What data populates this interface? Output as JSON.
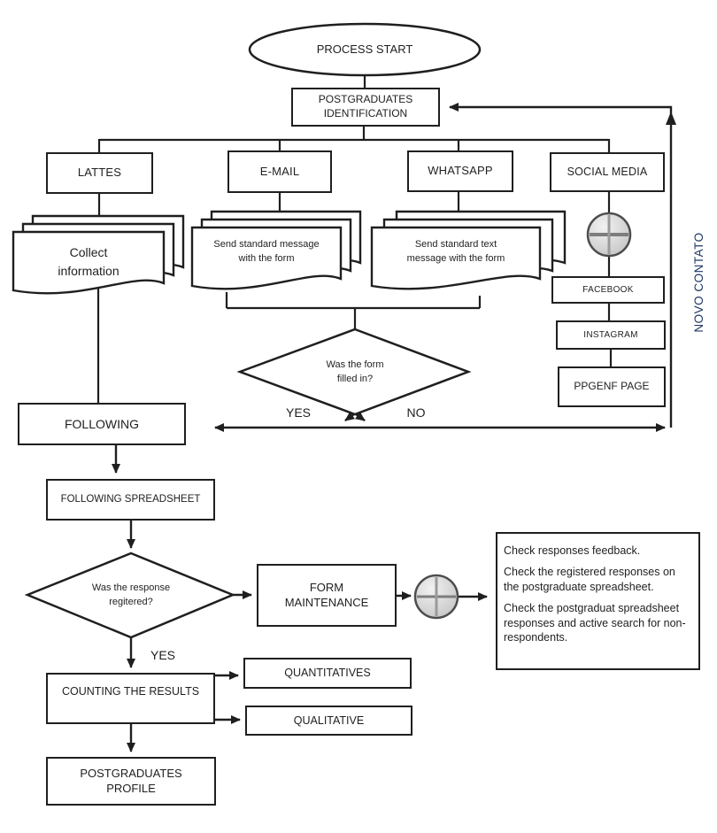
{
  "colors": {
    "line": "#1f1f1f",
    "accent_navy": "#1f3864",
    "connector_fill": "#d9d9d9"
  },
  "nodes": {
    "process_start": "PROCESS START",
    "identification": "POSTGRADUATES\nIDENTIFICATION",
    "lattes": "LATTES",
    "email": "E-MAIL",
    "whatsapp": "WHATSAPP",
    "social_media": "SOCIAL MEDIA",
    "collect": "Collect\ninformation",
    "email_message": "Send standard message\nwith the form",
    "whatsapp_message": "Send standard text\nmessage with the form",
    "facebook": "FACEBOOK",
    "instagram": "INSTAGRAM",
    "ppgenf_page": "PPGENF PAGE",
    "following": "FOLLOWING",
    "following_spreadsheet": "FOLLOWING SPREADSHEET",
    "form_maintenance": "FORM\nMAINTENANCE",
    "counting_results": "COUNTING THE RESULTS",
    "quantitatives": "QUANTITATIVES",
    "qualitative": "QUALITATIVE",
    "postgraduates_profile": "POSTGRADUATES\nPROFILE"
  },
  "decisions": {
    "form_filled": "Was the form\nfilled in?",
    "response_registered": "Was the response\nregitered?"
  },
  "labels": {
    "yes_form": "YES",
    "no_form": "NO",
    "yes_response": "YES",
    "novo_contato": "NOVO CONTATO"
  },
  "notes": [
    "Check responses feedback.",
    "Check the registered responses on the postgraduate spreadsheet.",
    "Check the postgraduat spreadsheet responses and active search for non-respondents."
  ],
  "icons": {
    "social_connector": "plus-circle-icon",
    "maintenance_connector": "plus-circle-icon"
  }
}
